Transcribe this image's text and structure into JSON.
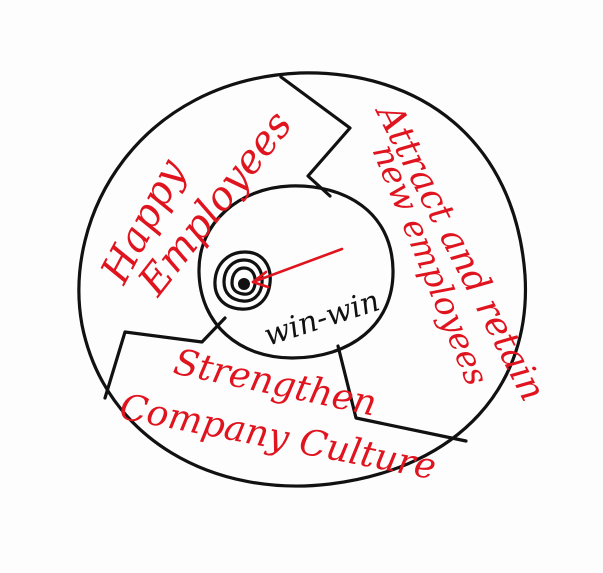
{
  "diagram": {
    "segments": [
      {
        "lines": [
          "Happy",
          "Employees"
        ]
      },
      {
        "lines": [
          "Attract and retain",
          "new employees"
        ]
      },
      {
        "lines": [
          "Strengthen",
          "Company Culture"
        ]
      }
    ],
    "center_label": "win-win"
  },
  "colors": {
    "ink": "#111111",
    "accent": "#e0141e",
    "paper": "#fdfdfd"
  },
  "icons": {
    "center": "target-icon"
  }
}
